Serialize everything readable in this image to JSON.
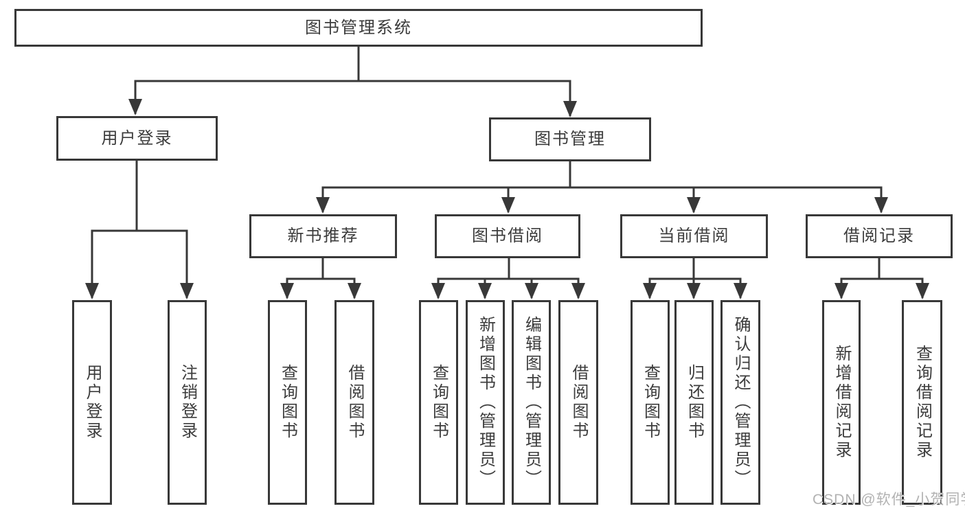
{
  "diagram": {
    "root": {
      "label": "图书管理系统"
    },
    "branches": [
      {
        "label": "用户登录",
        "children": [
          {
            "label": "用户登录"
          },
          {
            "label": "注销登录"
          }
        ]
      },
      {
        "label": "图书管理",
        "children": [
          {
            "label": "新书推荐",
            "children": [
              {
                "label": "查询图书"
              },
              {
                "label": "借阅图书"
              }
            ]
          },
          {
            "label": "图书借阅",
            "children": [
              {
                "label": "查询图书"
              },
              {
                "label": "新增图书（管理员）"
              },
              {
                "label": "编辑图书（管理员）"
              },
              {
                "label": "借阅图书"
              }
            ]
          },
          {
            "label": "当前借阅",
            "children": [
              {
                "label": "查询图书"
              },
              {
                "label": "归还图书"
              },
              {
                "label": "确认归还（管理员）"
              }
            ]
          },
          {
            "label": "借阅记录",
            "children": [
              {
                "label": "新增借阅记录"
              },
              {
                "label": "查询借阅记录"
              }
            ]
          }
        ]
      }
    ]
  },
  "watermark": {
    "text": "CSDN @软件_小贺同学"
  },
  "colors": {
    "line": "#383838",
    "text": "#3c3c3c",
    "background": "#ffffff",
    "watermark": "#b2b2b2"
  }
}
